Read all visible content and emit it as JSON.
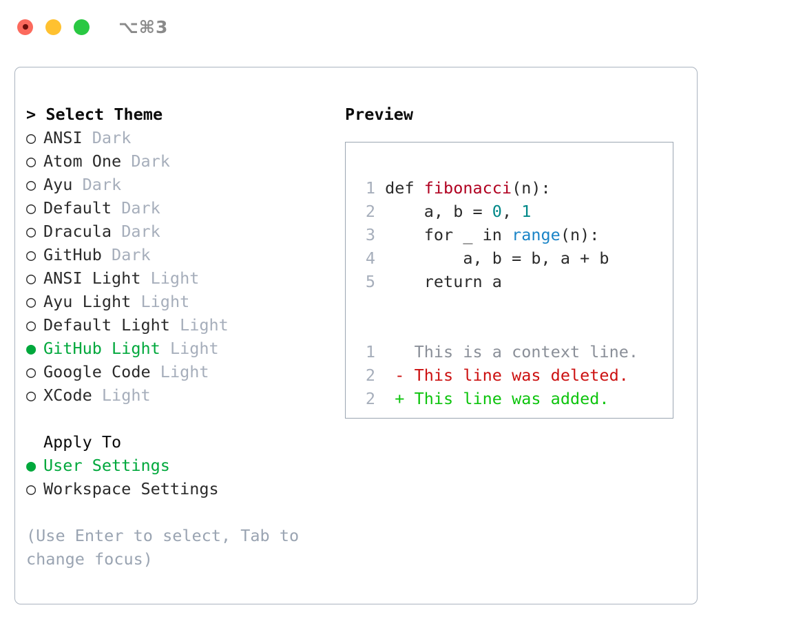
{
  "titlebar": {
    "shortcut": "⌥⌘3",
    "buttons": [
      {
        "name": "close",
        "color": "#fc6a5d"
      },
      {
        "name": "minimize",
        "color": "#ffc130"
      },
      {
        "name": "maximize",
        "color": "#29c842"
      }
    ]
  },
  "colors": {
    "selected_green": "#00a83c",
    "muted_grey": "#a6aebb",
    "hint_grey": "#9aa4b2",
    "diff_add": "#0ec40e",
    "diff_del": "#cc1111",
    "diff_ctx": "#8a8f98",
    "panel_border": "#aab3bf",
    "preview_border": "#9aa5b1",
    "code_fn": "#b00020",
    "code_builtin": "#1a84c7",
    "code_num": "#008888"
  },
  "theme_list": {
    "header_caret": ">",
    "header_label": "Select Theme",
    "bullet_unselected": "○",
    "bullet_selected": "●",
    "items": [
      {
        "name": "ANSI",
        "variant": "Dark",
        "selected": false
      },
      {
        "name": "Atom One",
        "variant": "Dark",
        "selected": false
      },
      {
        "name": "Ayu",
        "variant": "Dark",
        "selected": false
      },
      {
        "name": "Default",
        "variant": "Dark",
        "selected": false
      },
      {
        "name": "Dracula",
        "variant": "Dark",
        "selected": false
      },
      {
        "name": "GitHub",
        "variant": "Dark",
        "selected": false
      },
      {
        "name": "ANSI Light",
        "variant": "Light",
        "selected": false
      },
      {
        "name": "Ayu Light",
        "variant": "Light",
        "selected": false
      },
      {
        "name": "Default Light",
        "variant": "Light",
        "selected": false
      },
      {
        "name": "GitHub Light",
        "variant": "Light",
        "selected": true
      },
      {
        "name": "Google Code",
        "variant": "Light",
        "selected": false
      },
      {
        "name": "XCode",
        "variant": "Light",
        "selected": false
      }
    ]
  },
  "apply_to": {
    "header_label": "Apply To",
    "items": [
      {
        "name": "User Settings",
        "selected": true
      },
      {
        "name": "Workspace Settings",
        "selected": false
      }
    ]
  },
  "hint": {
    "line1": "(Use Enter to select, Tab to",
    "line2": "change focus)"
  },
  "preview": {
    "header_label": "Preview",
    "code": [
      {
        "lineno": "1",
        "tokens": [
          {
            "text": "def ",
            "kind": "kw"
          },
          {
            "text": "fibonacci",
            "kind": "fn"
          },
          {
            "text": "(n):",
            "kind": "punc"
          }
        ]
      },
      {
        "lineno": "2",
        "tokens": [
          {
            "text": "    a, b = ",
            "kind": "kw"
          },
          {
            "text": "0",
            "kind": "num"
          },
          {
            "text": ", ",
            "kind": "punc"
          },
          {
            "text": "1",
            "kind": "num"
          }
        ]
      },
      {
        "lineno": "3",
        "tokens": [
          {
            "text": "    for _ in ",
            "kind": "kw"
          },
          {
            "text": "range",
            "kind": "bi"
          },
          {
            "text": "(n):",
            "kind": "punc"
          }
        ]
      },
      {
        "lineno": "4",
        "tokens": [
          {
            "text": "        a, b = b, a + b",
            "kind": "kw"
          }
        ]
      },
      {
        "lineno": "5",
        "tokens": [
          {
            "text": "    return a",
            "kind": "kw"
          }
        ]
      }
    ],
    "diff": [
      {
        "lineno": "1",
        "marker": " ",
        "text": "This is a context line.",
        "kind": "ctx"
      },
      {
        "lineno": "2",
        "marker": "-",
        "text": "This line was deleted.",
        "kind": "del"
      },
      {
        "lineno": "2",
        "marker": "+",
        "text": "This line was added.",
        "kind": "add"
      }
    ]
  }
}
